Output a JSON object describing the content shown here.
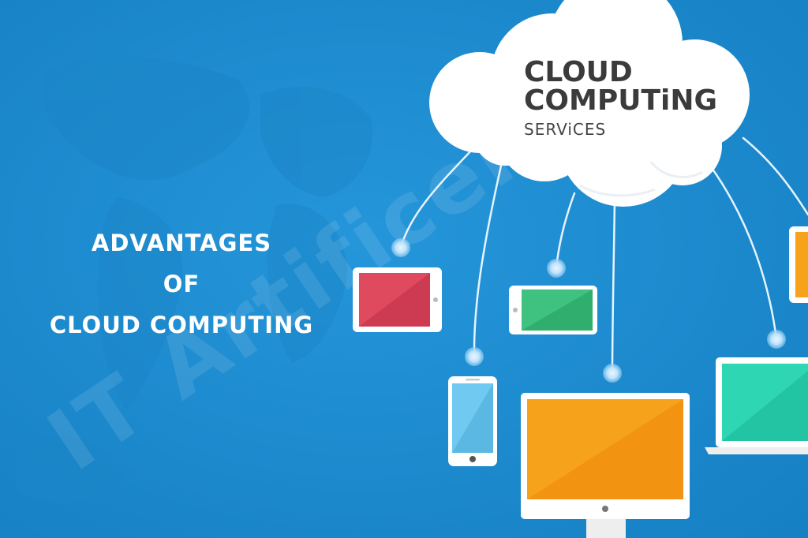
{
  "headline": {
    "line1": "ADVANTAGES",
    "line2": "OF",
    "line3": "CLOUD COMPUTING"
  },
  "cloud_logo": {
    "line1": "CLOUD",
    "line2": "COMPUTiNG",
    "line3": "SERViCES"
  },
  "watermark": "IT Artificer",
  "colors": {
    "background": "#1a8bd0",
    "cloud": "#ffffff",
    "tablet_red": "#e04a5e",
    "tablet_green": "#3fc27f",
    "phone_blue": "#6fc9f0",
    "monitor_orange": "#f7a21b",
    "laptop_teal": "#2fd6b4"
  },
  "icons": [
    "cloud-icon",
    "tablet-icon",
    "phone-icon",
    "monitor-icon",
    "laptop-icon"
  ]
}
